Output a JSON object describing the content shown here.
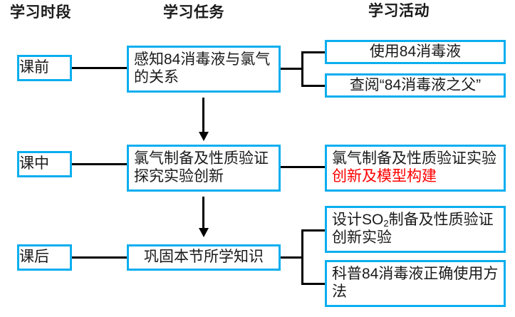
{
  "headers": {
    "stage": "学习时段",
    "task": "学习任务",
    "activity": "学习活动"
  },
  "colors": {
    "box_border": "#0aaeef",
    "connector": "#000000",
    "text": "#1a1a1a",
    "highlight": "#ff0000",
    "background": "#ffffff"
  },
  "rows": [
    {
      "stage": "课前",
      "task": "感知84消毒液与氯气的关系",
      "activities": [
        {
          "text_plain": "使用84消毒液",
          "text_black": "使用84消毒液",
          "text_red": ""
        },
        {
          "text_plain": "查阅“84消毒液之父”",
          "text_black": "查阅“84消毒液之父”",
          "text_red": ""
        }
      ]
    },
    {
      "stage": "课中",
      "task": "氯气制备及性质验证探究实验创新",
      "activities": [
        {
          "text_plain": "氯气制备及性质验证实验创新及模型构建",
          "text_black": "氯气制备及性质验证实验",
          "text_red": "创新及模型构建"
        }
      ]
    },
    {
      "stage": "课后",
      "task": "巩固本节所学知识",
      "activities": [
        {
          "text_plain": "设计SO2制备及性质验证创新实验",
          "text_black": "设计SO",
          "text_sub": "2",
          "text_black2": "制备及性质验证创新实验",
          "text_red": ""
        },
        {
          "text_plain": "科普84消毒液正确使用方法",
          "text_black": "科普84消毒液正确使用方法",
          "text_red": ""
        }
      ]
    }
  ],
  "flow": {
    "arrow_1_label": "课前到课中",
    "arrow_2_label": "课中到课后"
  }
}
